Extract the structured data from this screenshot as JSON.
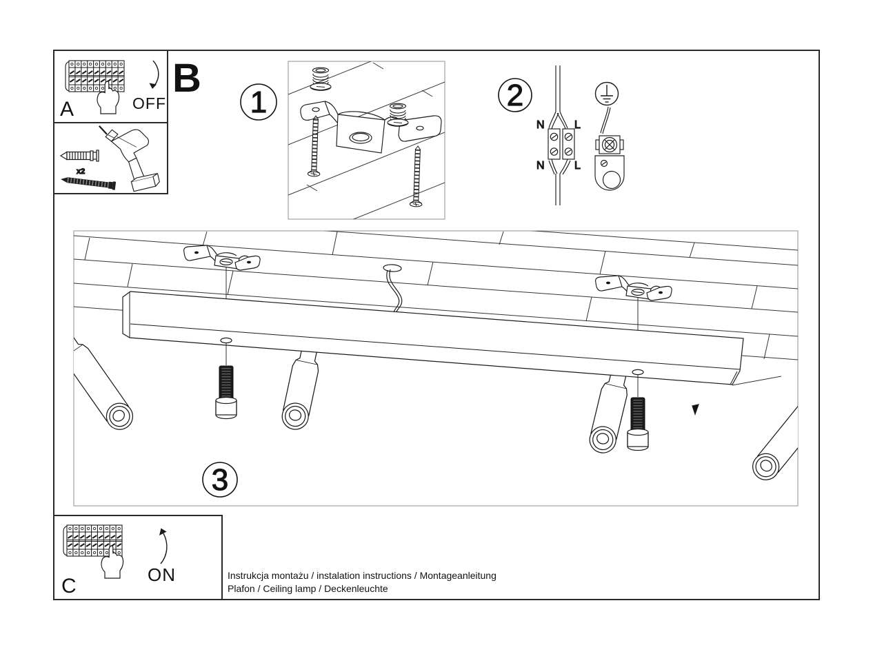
{
  "sheet": {
    "section_a": {
      "label": "A",
      "switch_state": "OFF"
    },
    "section_b": {
      "label": "B"
    },
    "section_c": {
      "label": "C",
      "switch_state": "ON"
    },
    "tools": {
      "dowel_count": "x2"
    },
    "step1": {
      "number": "1"
    },
    "step2": {
      "number": "2",
      "wire_labels": {
        "n_top": "N",
        "l_top": "L",
        "n_bottom": "N",
        "l_bottom": "L"
      }
    },
    "step3": {
      "number": "3"
    },
    "footer": {
      "line1": "Instrukcja montażu / instalation instructions / Montageanleitung",
      "line2": "Plafon / Ceiling lamp / Deckenleuchte"
    }
  }
}
